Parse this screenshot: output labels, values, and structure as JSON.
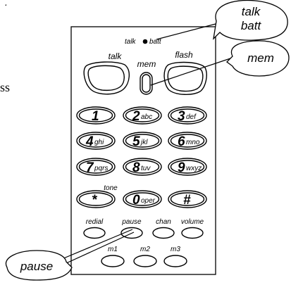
{
  "callouts": {
    "talk_batt": [
      "talk",
      "batt"
    ],
    "mem": "mem",
    "pause": "pause"
  },
  "indicator": {
    "talk": "talk",
    "batt": "batt"
  },
  "top_keys": {
    "talk": "talk",
    "mem": "mem",
    "flash": "flash"
  },
  "keypad": [
    {
      "digit": "1",
      "letters": ""
    },
    {
      "digit": "2",
      "letters": "abc"
    },
    {
      "digit": "3",
      "letters": "def"
    },
    {
      "digit": "4",
      "letters": "ghi"
    },
    {
      "digit": "5",
      "letters": "jkl"
    },
    {
      "digit": "6",
      "letters": "mno"
    },
    {
      "digit": "7",
      "letters": "pqrs"
    },
    {
      "digit": "8",
      "letters": "tuv"
    },
    {
      "digit": "9",
      "letters": "wxyz"
    },
    {
      "digit": "*",
      "letters": "",
      "above": "tone"
    },
    {
      "digit": "0",
      "letters": "oper"
    },
    {
      "digit": "#",
      "letters": ""
    }
  ],
  "function_keys": [
    "redial",
    "pause",
    "chan",
    "volume"
  ],
  "memory_keys": [
    "m1",
    "m2",
    "m3"
  ],
  "edge_text": {
    "top_dot": ".",
    "left_fragment": "ss"
  }
}
